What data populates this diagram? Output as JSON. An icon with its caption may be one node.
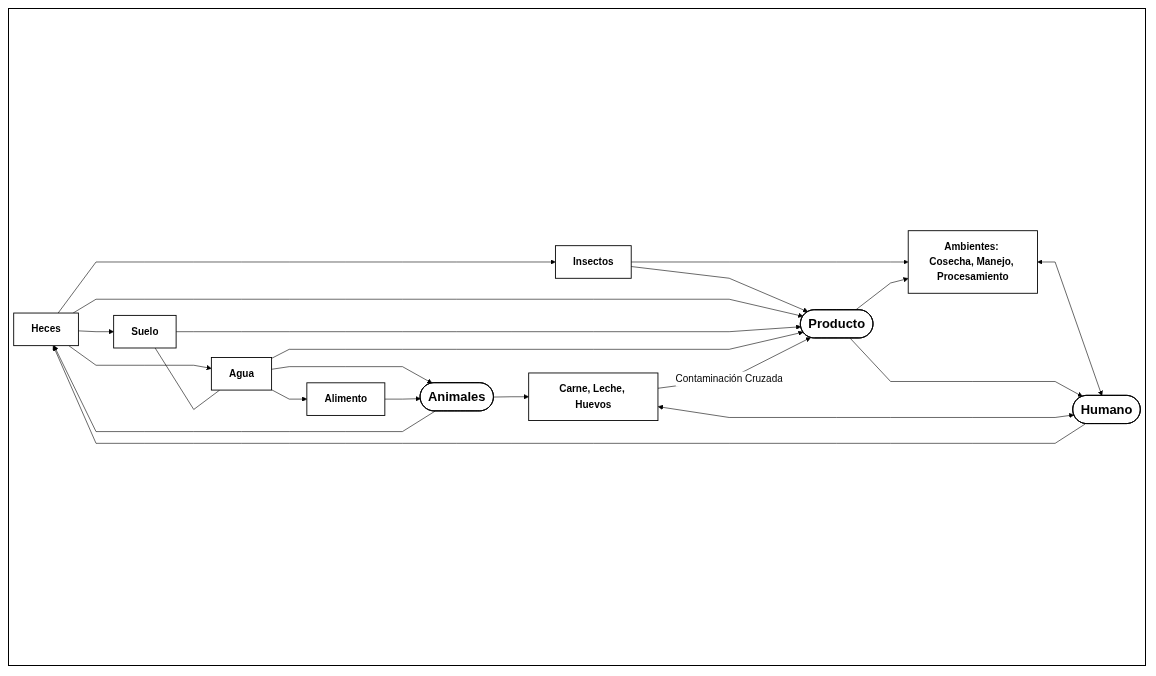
{
  "diagram": {
    "nodes": [
      {
        "text": [
          "Heces"
        ]
      },
      {
        "text": [
          "Insectos"
        ]
      },
      {
        "text": [
          "Ambientes: Cosecha, Manejo, Procesamiento"
        ]
      },
      {
        "text": [
          "Animales"
        ]
      },
      {
        "text": [
          "Suelo"
        ]
      },
      {
        "text": [
          "Producto"
        ]
      },
      {
        "text": [
          "Humano"
        ]
      },
      {
        "text": [
          "Agua"
        ]
      },
      {
        "text": [
          "Alimento"
        ]
      },
      {
        "text": [
          "Carne, Leche, Huevos"
        ]
      }
    ],
    "edges": [
      {
        "from": 0,
        "to": 1,
        "arrow": "to"
      },
      {
        "from": 1,
        "to": 2,
        "arrow": "to"
      },
      {
        "from": 1,
        "to": 5,
        "arrow": "to"
      },
      {
        "from": 0,
        "to": 5,
        "arrow": "to"
      },
      {
        "from": 0,
        "to": 4,
        "arrow": "to"
      },
      {
        "from": 0,
        "to": 7,
        "arrow": "to"
      },
      {
        "from": 3,
        "to": 0,
        "arrow": "to"
      },
      {
        "from": 4,
        "to": 5,
        "arrow": "to"
      },
      {
        "from": 4,
        "to": 7,
        "arrow": "none"
      },
      {
        "from": 7,
        "to": 3,
        "arrow": "to"
      },
      {
        "from": 7,
        "to": 5,
        "arrow": "to"
      },
      {
        "from": 7,
        "to": 8,
        "arrow": "to"
      },
      {
        "from": 8,
        "to": 3,
        "arrow": "to"
      },
      {
        "from": 5,
        "to": 2,
        "arrow": "to"
      },
      {
        "from": 2,
        "to": 6,
        "arrow": "both"
      },
      {
        "from": 5,
        "to": 6,
        "arrow": "to"
      },
      {
        "from": 6,
        "to": 0,
        "arrow": "to"
      },
      {
        "from": 3,
        "to": 9,
        "arrow": "to"
      },
      {
        "from": 9,
        "to": 6,
        "arrow": "both"
      },
      {
        "from": 9,
        "to": 5,
        "arrow": "to",
        "label": "Contaminación Cruzada"
      }
    ]
  }
}
